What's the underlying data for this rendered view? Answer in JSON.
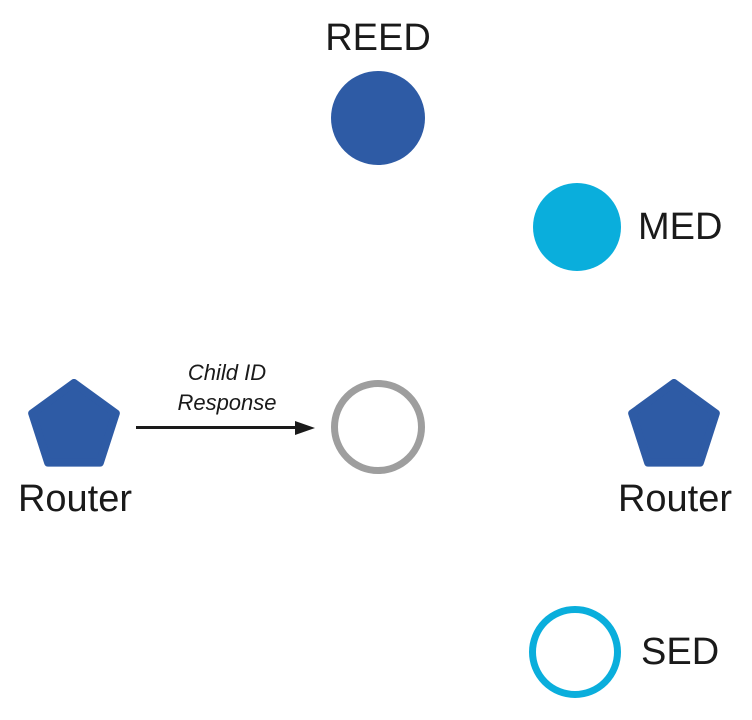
{
  "colors": {
    "router_blue": "#2E5BA5",
    "end_device_cyan": "#0AAEDC",
    "unattached_gray": "#9E9E9E",
    "arrow_black": "#1A1A1A"
  },
  "nodes": {
    "reed": {
      "label": "REED"
    },
    "med": {
      "label": "MED"
    },
    "sed": {
      "label": "SED"
    },
    "router_left": {
      "label": "Router"
    },
    "router_right": {
      "label": "Router"
    },
    "child": {
      "label": ""
    }
  },
  "message": {
    "line1": "Child ID",
    "line2": "Response"
  }
}
